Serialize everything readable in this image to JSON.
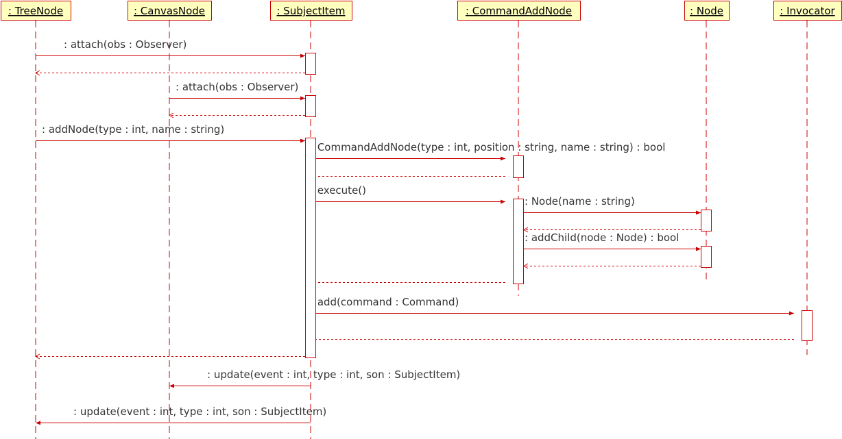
{
  "colors": {
    "line": "#cc0000",
    "header_fill": "#ffffc0",
    "activation_fill": "#ffffff",
    "label_text": "#333333",
    "header_text": "#000000"
  },
  "participants": [
    {
      "id": "treenode",
      "label": " : TreeNode"
    },
    {
      "id": "canvasnode",
      "label": " : CanvasNode"
    },
    {
      "id": "subjectitem",
      "label": " : SubjectItem"
    },
    {
      "id": "commandaddnode",
      "label": " : CommandAddNode"
    },
    {
      "id": "node",
      "label": " : Node"
    },
    {
      "id": "invocator",
      "label": " : Invocator"
    }
  ],
  "messages": [
    {
      "label": ": attach(obs : Observer)",
      "from": "treenode",
      "to": "subjectitem",
      "kind": "call"
    },
    {
      "label": "",
      "from": "subjectitem",
      "to": "treenode",
      "kind": "return"
    },
    {
      "label": ": attach(obs : Observer)",
      "from": "canvasnode",
      "to": "subjectitem",
      "kind": "call"
    },
    {
      "label": "",
      "from": "subjectitem",
      "to": "canvasnode",
      "kind": "return"
    },
    {
      "label": ": addNode(type : int, name : string)",
      "from": "treenode",
      "to": "subjectitem",
      "kind": "call"
    },
    {
      "label": ": CommandAddNode(type : int, position : string, name : string) : bool",
      "from": "subjectitem",
      "to": "commandaddnode",
      "kind": "call"
    },
    {
      "label": "",
      "from": "commandaddnode",
      "to": "subjectitem",
      "kind": "return"
    },
    {
      "label": ": execute()",
      "from": "subjectitem",
      "to": "commandaddnode",
      "kind": "call"
    },
    {
      "label": ": Node(name : string)",
      "from": "commandaddnode",
      "to": "node",
      "kind": "call"
    },
    {
      "label": "",
      "from": "node",
      "to": "commandaddnode",
      "kind": "return"
    },
    {
      "label": ": addChild(node : Node) : bool",
      "from": "commandaddnode",
      "to": "node",
      "kind": "call"
    },
    {
      "label": "",
      "from": "node",
      "to": "commandaddnode",
      "kind": "return"
    },
    {
      "label": "",
      "from": "commandaddnode",
      "to": "subjectitem",
      "kind": "return"
    },
    {
      "label": ": add(command : Command)",
      "from": "subjectitem",
      "to": "invocator",
      "kind": "call"
    },
    {
      "label": "",
      "from": "invocator",
      "to": "subjectitem",
      "kind": "return"
    },
    {
      "label": "",
      "from": "subjectitem",
      "to": "treenode",
      "kind": "return"
    },
    {
      "label": ": update(event : int, type : int, son : SubjectItem)",
      "from": "subjectitem",
      "to": "canvasnode",
      "kind": "call"
    },
    {
      "label": ": update(event : int, type : int, son : SubjectItem)",
      "from": "subjectitem",
      "to": "treenode",
      "kind": "call"
    }
  ]
}
